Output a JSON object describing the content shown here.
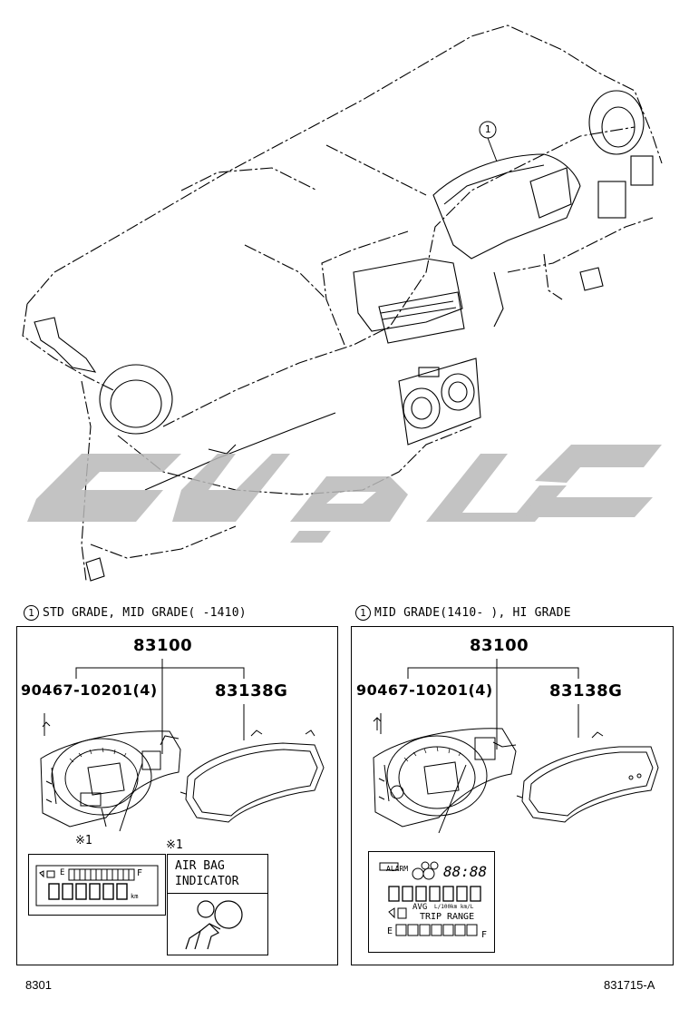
{
  "illustration": {
    "callout_number": "1"
  },
  "watermark": {
    "text": "کوپیا"
  },
  "panels": [
    {
      "heading_marker": "1",
      "heading_text": "STD GRADE, MID GRADE(     -1410)",
      "assembly_part": "83100",
      "screw_part": "90467-10201(4)",
      "cover_part": "83138G",
      "note_mark_left": "※1",
      "note_mark_right": "※1",
      "odometer_display": {
        "unit": "km",
        "fuel_e": "E",
        "fuel_f": "F"
      },
      "airbag_indicator": {
        "line1": "AIR BAG",
        "line2": "INDICATOR"
      }
    },
    {
      "heading_marker": "1",
      "heading_text": "MID GRADE(1410-     ), HI GRADE",
      "assembly_part": "83100",
      "screw_part": "90467-10201(4)",
      "cover_part": "83138G",
      "multi_display": {
        "alarm": "ALARM",
        "clock": "88:88",
        "avg": "AVG",
        "units": "L/100km km/L",
        "trip": "TRIP",
        "range": "RANGE",
        "fuel_e": "E",
        "fuel_f": "F"
      }
    }
  ],
  "footer": {
    "left_code": "8301",
    "right_code": "831715-A"
  }
}
